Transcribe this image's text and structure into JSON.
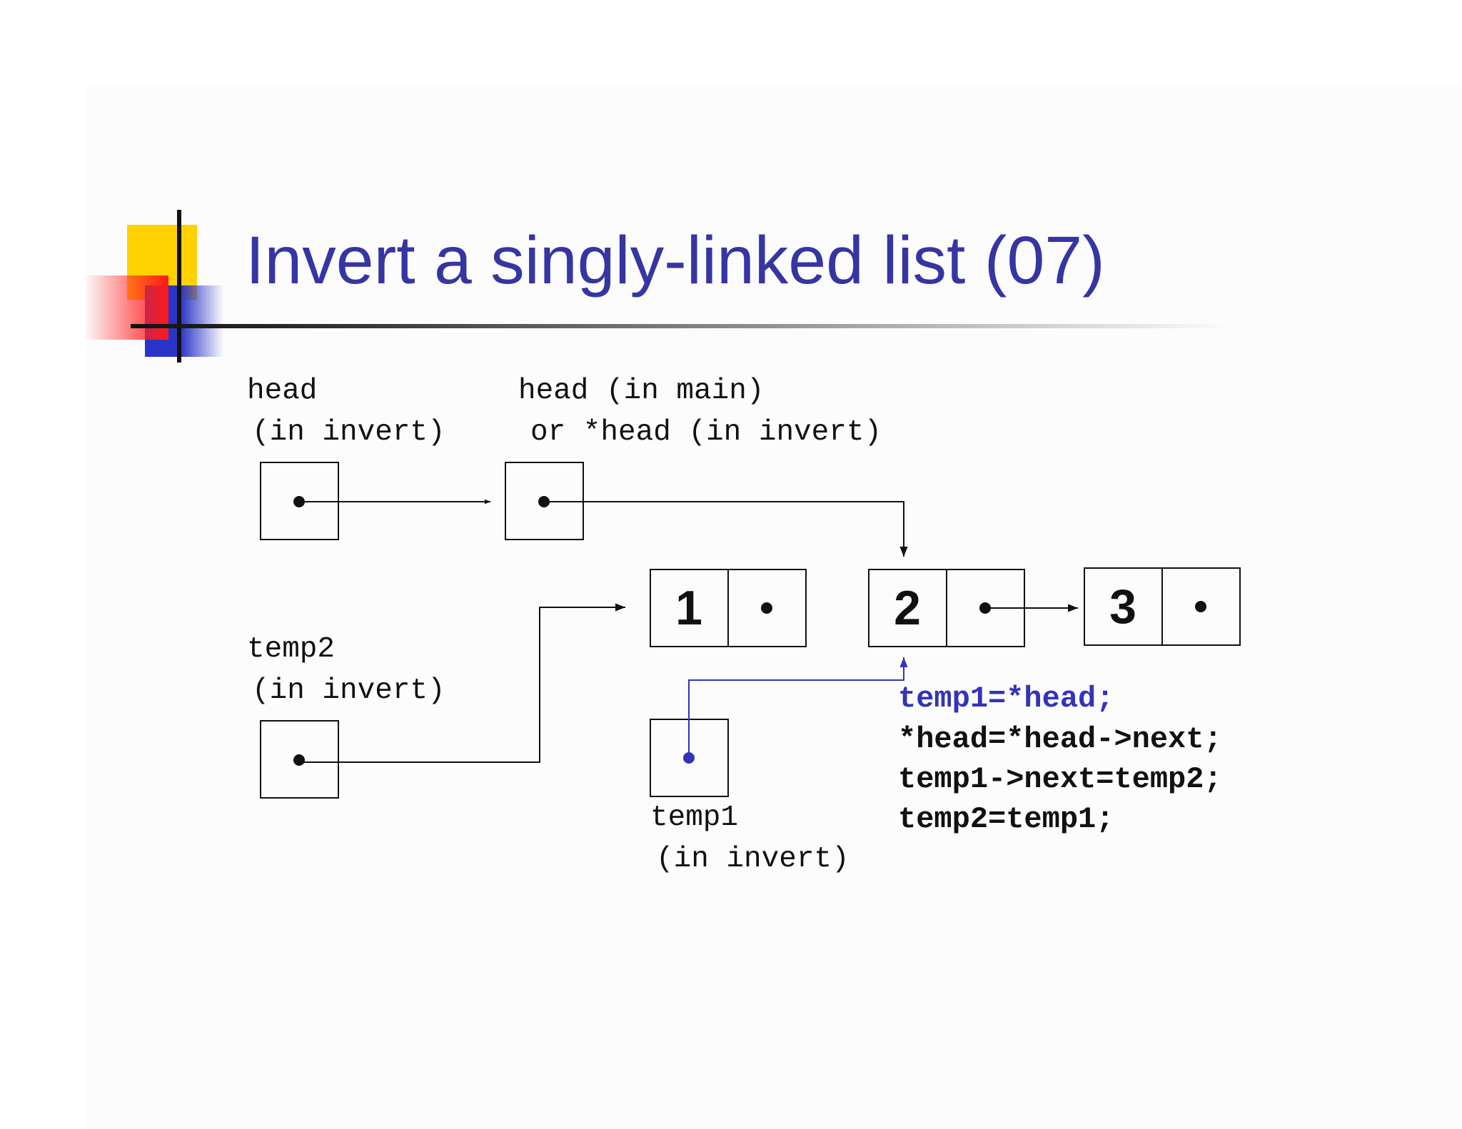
{
  "slide": {
    "title": "Invert a singly-linked list (07)"
  },
  "labels": {
    "head_in_invert": [
      "head",
      "(in invert)"
    ],
    "head_in_main": [
      "head (in main)",
      "or *head (in invert)"
    ],
    "temp2_in_invert": [
      "temp2",
      "(in invert)"
    ],
    "temp1_in_invert": [
      "temp1",
      "(in invert)"
    ]
  },
  "nodes": [
    {
      "value": "1"
    },
    {
      "value": "2"
    },
    {
      "value": "3"
    }
  ],
  "code": [
    {
      "text": "temp1=*head;",
      "color": "#3333bb"
    },
    {
      "text": "*head=*head->next;",
      "color": "#111111"
    },
    {
      "text": "temp1->next=temp2;",
      "color": "#111111"
    },
    {
      "text": "temp2=temp1;",
      "color": "#111111"
    }
  ],
  "colors": {
    "title": "#3535a3",
    "highlight": "#3333bb",
    "ink": "#111111"
  }
}
